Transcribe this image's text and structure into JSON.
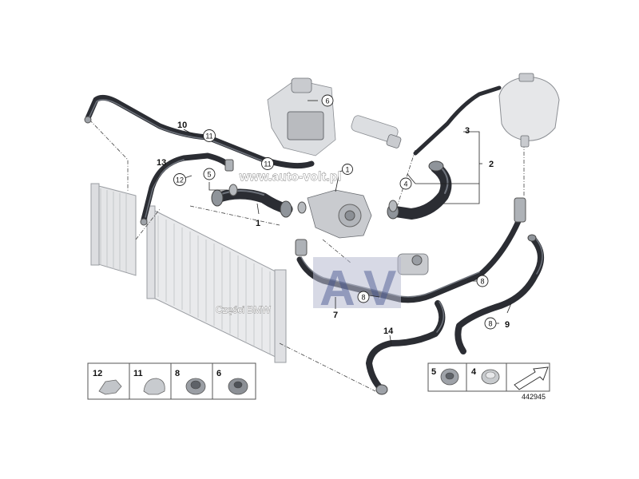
{
  "callouts": {
    "c1": "1",
    "c2": "2",
    "c3": "3",
    "c7": "7",
    "c9": "9",
    "c10": "10",
    "c13": "13",
    "c14": "14"
  },
  "circled": {
    "c4": "4",
    "c5": "5",
    "c6": "6",
    "c8a": "8",
    "c8b": "8",
    "c8c": "8",
    "c11a": "11",
    "c11b": "11",
    "c12": "12",
    "c_small": "1"
  },
  "watermarks": {
    "site": "www.auto-volt.pl",
    "brand": "Części BMW"
  },
  "legend_left": [
    "12",
    "11",
    "8",
    "6"
  ],
  "legend_right": [
    "5",
    "4"
  ],
  "diagram_number": "442945",
  "colors": {
    "hose": "#2b2d33",
    "part_grey": "#c9cbcf",
    "watermark_blue": "#3f4f8c",
    "legend_border": "#555555"
  }
}
